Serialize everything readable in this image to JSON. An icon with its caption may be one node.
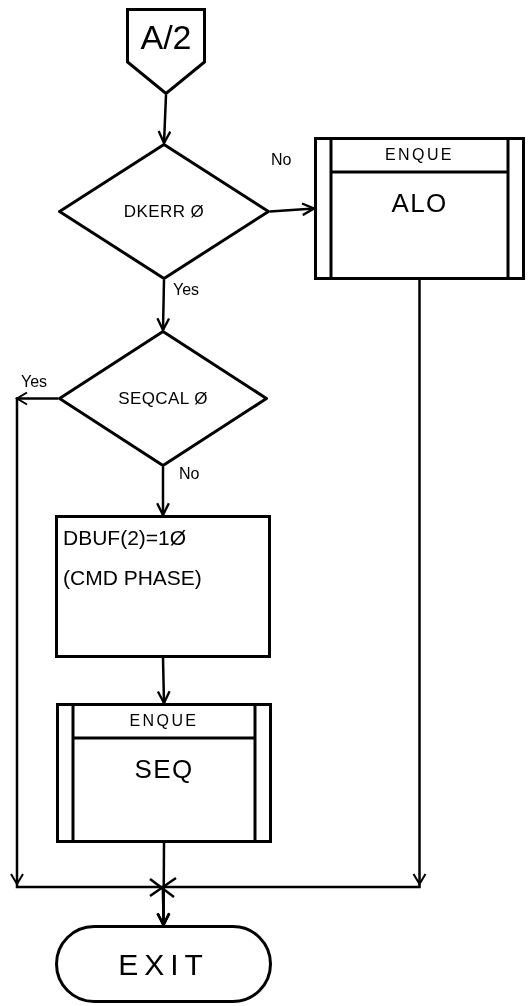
{
  "diagram": {
    "nodes": [
      {
        "text": [
          "A/2"
        ]
      },
      {
        "text": [
          "DKERR Ø"
        ]
      },
      {
        "text": [
          "ENQUE",
          "ALO"
        ]
      },
      {
        "text": [
          "SEQCAL Ø"
        ]
      },
      {
        "text": [
          "DBUF(2)=1Ø",
          "(CMD PHASE)"
        ]
      },
      {
        "text": [
          "ENQUE",
          "SEQ"
        ]
      },
      {
        "text": [
          "EXIT"
        ]
      }
    ],
    "edges": [
      {
        "from": 0,
        "to": 1,
        "arrow": "to"
      },
      {
        "from": 1,
        "to": 2,
        "arrow": "to",
        "label": "No"
      },
      {
        "from": 1,
        "to": 3,
        "arrow": "to",
        "label": "Yes"
      },
      {
        "from": 3,
        "to": 4,
        "arrow": "to",
        "label": "No"
      },
      {
        "from": 4,
        "to": 5,
        "arrow": "to"
      },
      {
        "from": 3,
        "to": 6,
        "arrow": "to",
        "label": "Yes"
      },
      {
        "from": 5,
        "to": 6,
        "arrow": "to"
      },
      {
        "from": 2,
        "to": 6,
        "arrow": "to"
      }
    ]
  }
}
